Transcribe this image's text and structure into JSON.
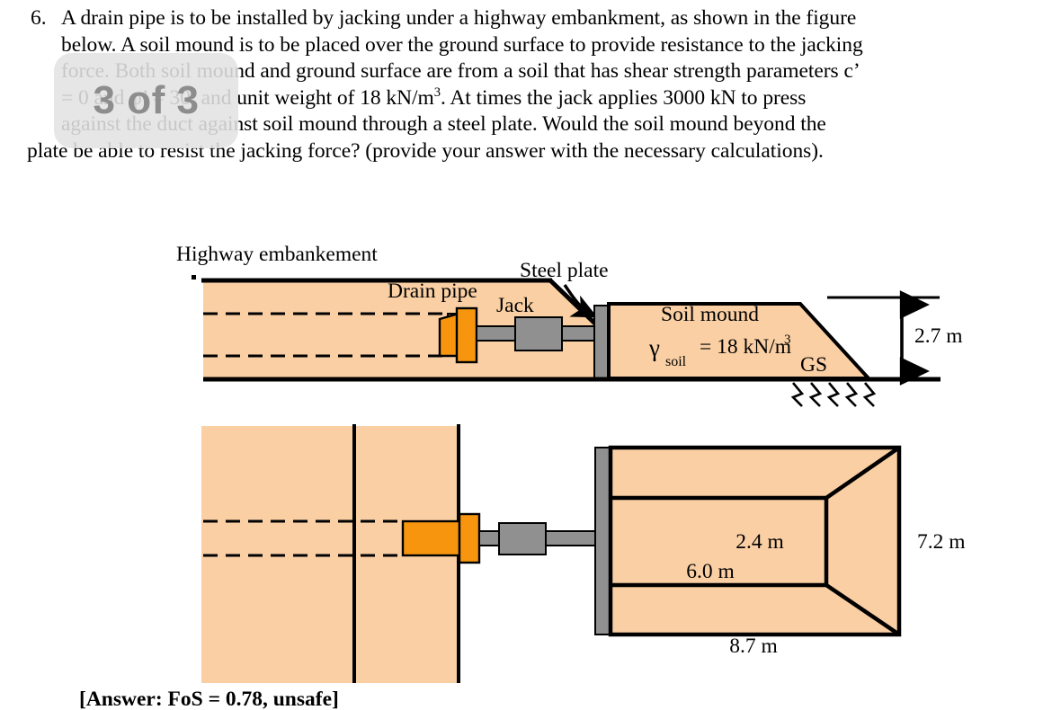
{
  "page_badge": {
    "label": "3 of 3"
  },
  "question": {
    "number": "6.",
    "lines": [
      "A drain pipe is to be installed by jacking under a highway embankment, as shown in the figure",
      "below.  A soil mound is to be placed over the ground surface to provide resistance to the jacking",
      "force.  Both soil mound and ground surface are from a soil that has shear strength parameters c’",
      "= 0 and φ’ = 30º, and unit weight of 18 kN/m³.  At times the jack applies 3000 kN to press",
      "against the duct against soil mound through a steel plate.  Would the soil mound beyond the",
      "plate be able to resist the jacking force? (provide your answer with the necessary calculations)."
    ],
    "line4_parts": {
      "pre": "= 0 and φ’ = 30",
      "deg": "º",
      "mid": ", and unit weight of 18 kN/m",
      "exp": "3",
      "post": ".  At times the jack applies 3000 kN to press"
    },
    "line3_tail_italic": "c’"
  },
  "answer": {
    "text": "[Answer:  FoS = 0.78, unsafe]"
  },
  "figure": {
    "section_view": {
      "labels": {
        "highway_embankment": "Highway embankement",
        "drain_pipe": "Drain pipe",
        "jack": "Jack",
        "steel_plate": "Steel plate",
        "soil_mound": "Soil mound",
        "gamma_symbol": "γ",
        "gamma_subscript": "soil",
        "gamma_value": "= 18 kN/m",
        "gamma_exponent": "3",
        "ground_surface": "GS",
        "height_dim": "2.7 m"
      }
    },
    "plan_view": {
      "labels": {
        "width_inner": "2.4 m",
        "length_inner": "6.0 m",
        "height_outer": "7.2 m",
        "base_length": "8.7 m"
      }
    },
    "colors": {
      "soil_fill": "#FACFA4",
      "pipe_orange": "#F7960E",
      "steel_gray": "#909090",
      "outline": "#000000"
    }
  }
}
